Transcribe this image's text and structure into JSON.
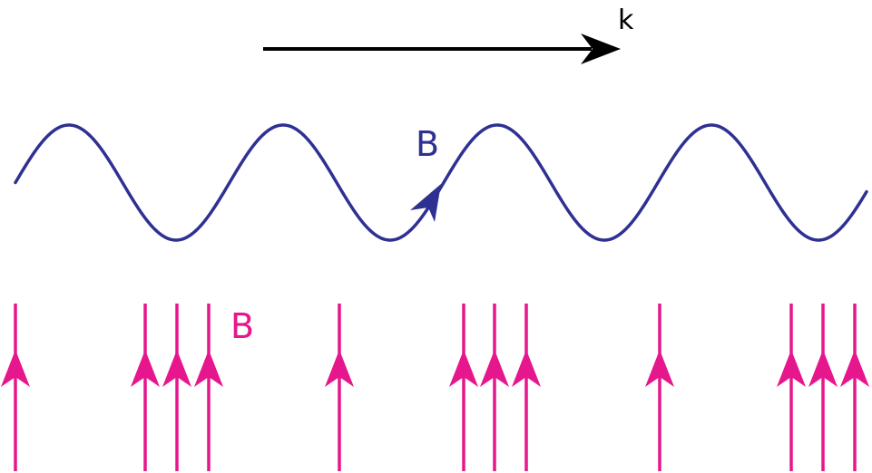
{
  "labels": {
    "wave_vector": "k",
    "wave_field": "B",
    "field_lines": "B"
  },
  "colors": {
    "background": "#ffffff",
    "arrow": "#000000",
    "wave": "#2e3192",
    "field_lines": "#e6168c"
  }
}
